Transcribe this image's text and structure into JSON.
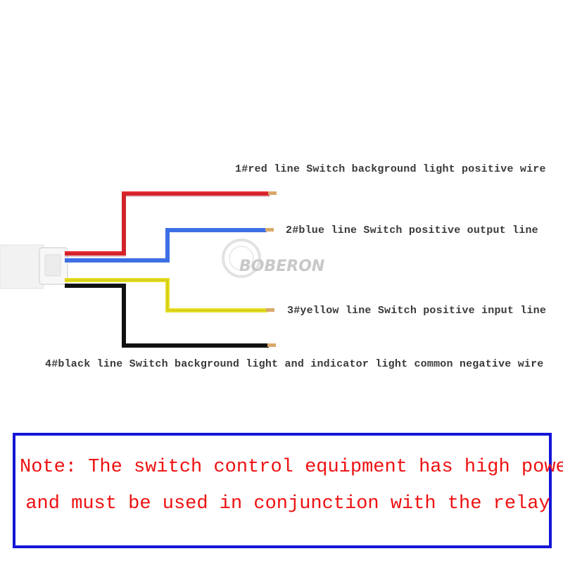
{
  "wires": [
    {
      "id": "red",
      "label": "1#red line Switch background light positive wire",
      "color": "#e8262f"
    },
    {
      "id": "blue",
      "label": "2#blue line Switch positive output line",
      "color": "#3d6fe6"
    },
    {
      "id": "yellow",
      "label": "3#yellow line Switch positive input line",
      "color": "#e8df22"
    },
    {
      "id": "black",
      "label": "4#black line Switch background light and indicator light common negative wire",
      "color": "#111111"
    }
  ],
  "watermark": {
    "text": "BOBERON"
  },
  "note": {
    "line1": "Note: The switch control equipment has high power",
    "line2": "and must be used in conjunction with the relay",
    "text_color": "#ee1111",
    "border_color": "#1515d8"
  }
}
